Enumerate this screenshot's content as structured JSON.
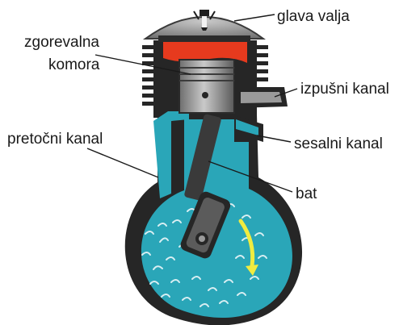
{
  "labels": {
    "cylinder_head": "glava valja",
    "combustion_chamber_line1": "zgorevalna",
    "combustion_chamber_line2": "komora",
    "exhaust_port": "izpušni kanal",
    "transfer_port": "pretočni kanal",
    "intake_port": "sesalni kanal",
    "piston": "bat"
  },
  "colors": {
    "crankcase": "#2aa6b8",
    "crankcase_dark": "#1d8797",
    "engine_block": "#2b2b2b",
    "cylinder_head": "#8e8e8e",
    "combustion_gas": "#e63a1e",
    "piston": "#8a8a8a",
    "rotation_arrow": "#f0ec40"
  }
}
